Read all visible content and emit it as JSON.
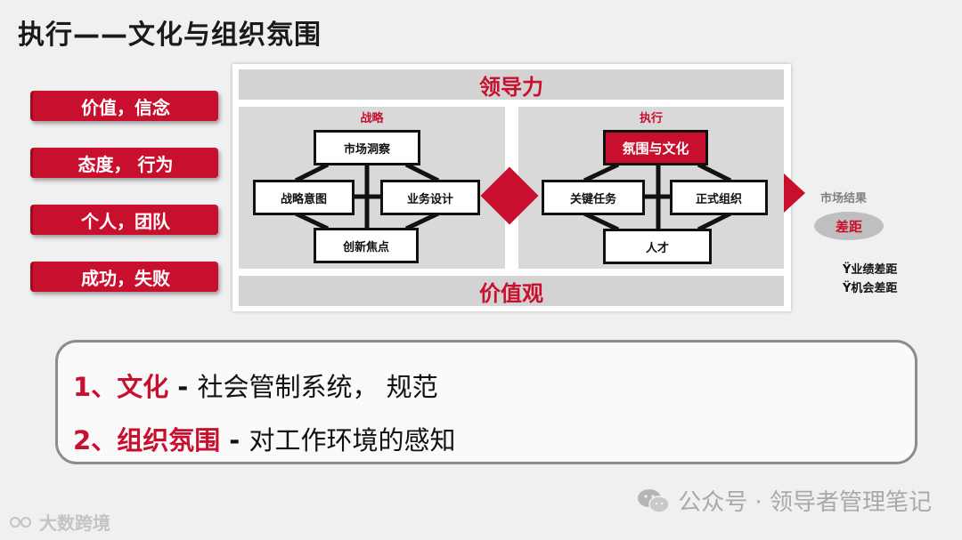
{
  "title": "执行——文化与组织氛围",
  "left_items": [
    "价值，信念",
    "态度，  行为",
    "个人，团队",
    "成功，失败"
  ],
  "diagram": {
    "top_band": "领导力",
    "bottom_band": "价值观",
    "strategy": {
      "label": "战略",
      "top": "市场洞察",
      "left": "战略意图",
      "right": "业务设计",
      "bottom": "创新焦点"
    },
    "execution": {
      "label": "执行",
      "top": "氛围与文化",
      "left": "关键任务",
      "right": "正式组织",
      "bottom": "人才"
    },
    "market_result": "市场结果",
    "gap": "差距",
    "gap_items": [
      "Ÿ业绩差距",
      "Ÿ机会差距"
    ]
  },
  "points": [
    {
      "num": "1、",
      "keyword": "文化",
      "dash": " - ",
      "text": "社会管制系统，  规范"
    },
    {
      "num": "2、",
      "keyword": "组织氛围",
      "dash": " - ",
      "text": "对工作环境的感知"
    }
  ],
  "watermark": "公众号 · 领导者管理笔记",
  "corner_logo": "大数跨境",
  "colors": {
    "accent": "#c8102e",
    "band": "#d3d3d3",
    "panel": "#d9d9d9"
  }
}
